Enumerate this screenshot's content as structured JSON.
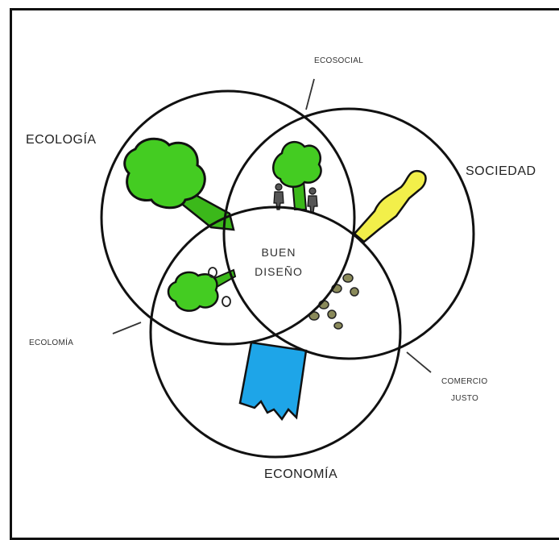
{
  "diagram": {
    "sets": {
      "ecologia": "ECOLOGÍA",
      "sociedad": "SOCIEDAD",
      "economia": "ECONOMÍA"
    },
    "intersections": {
      "ecosocial": "ECOSOCIAL",
      "ecolomia": "ECOLOMÍA",
      "comercio_line1": "COMERCIO",
      "comercio_line2": "JUSTO"
    },
    "center": {
      "line1": "BUEN",
      "line2": "DISEÑO"
    },
    "colors": {
      "tree_green": "#44cc22",
      "tree_trunk": "#33a011",
      "person_yellow": "#f2ef4a",
      "factory_blue": "#1ea5e8",
      "outline": "#111111"
    },
    "icons": [
      "tree-icon",
      "people-icon",
      "person-icon",
      "factory-icon",
      "coins-icon",
      "seedling-icon"
    ]
  }
}
